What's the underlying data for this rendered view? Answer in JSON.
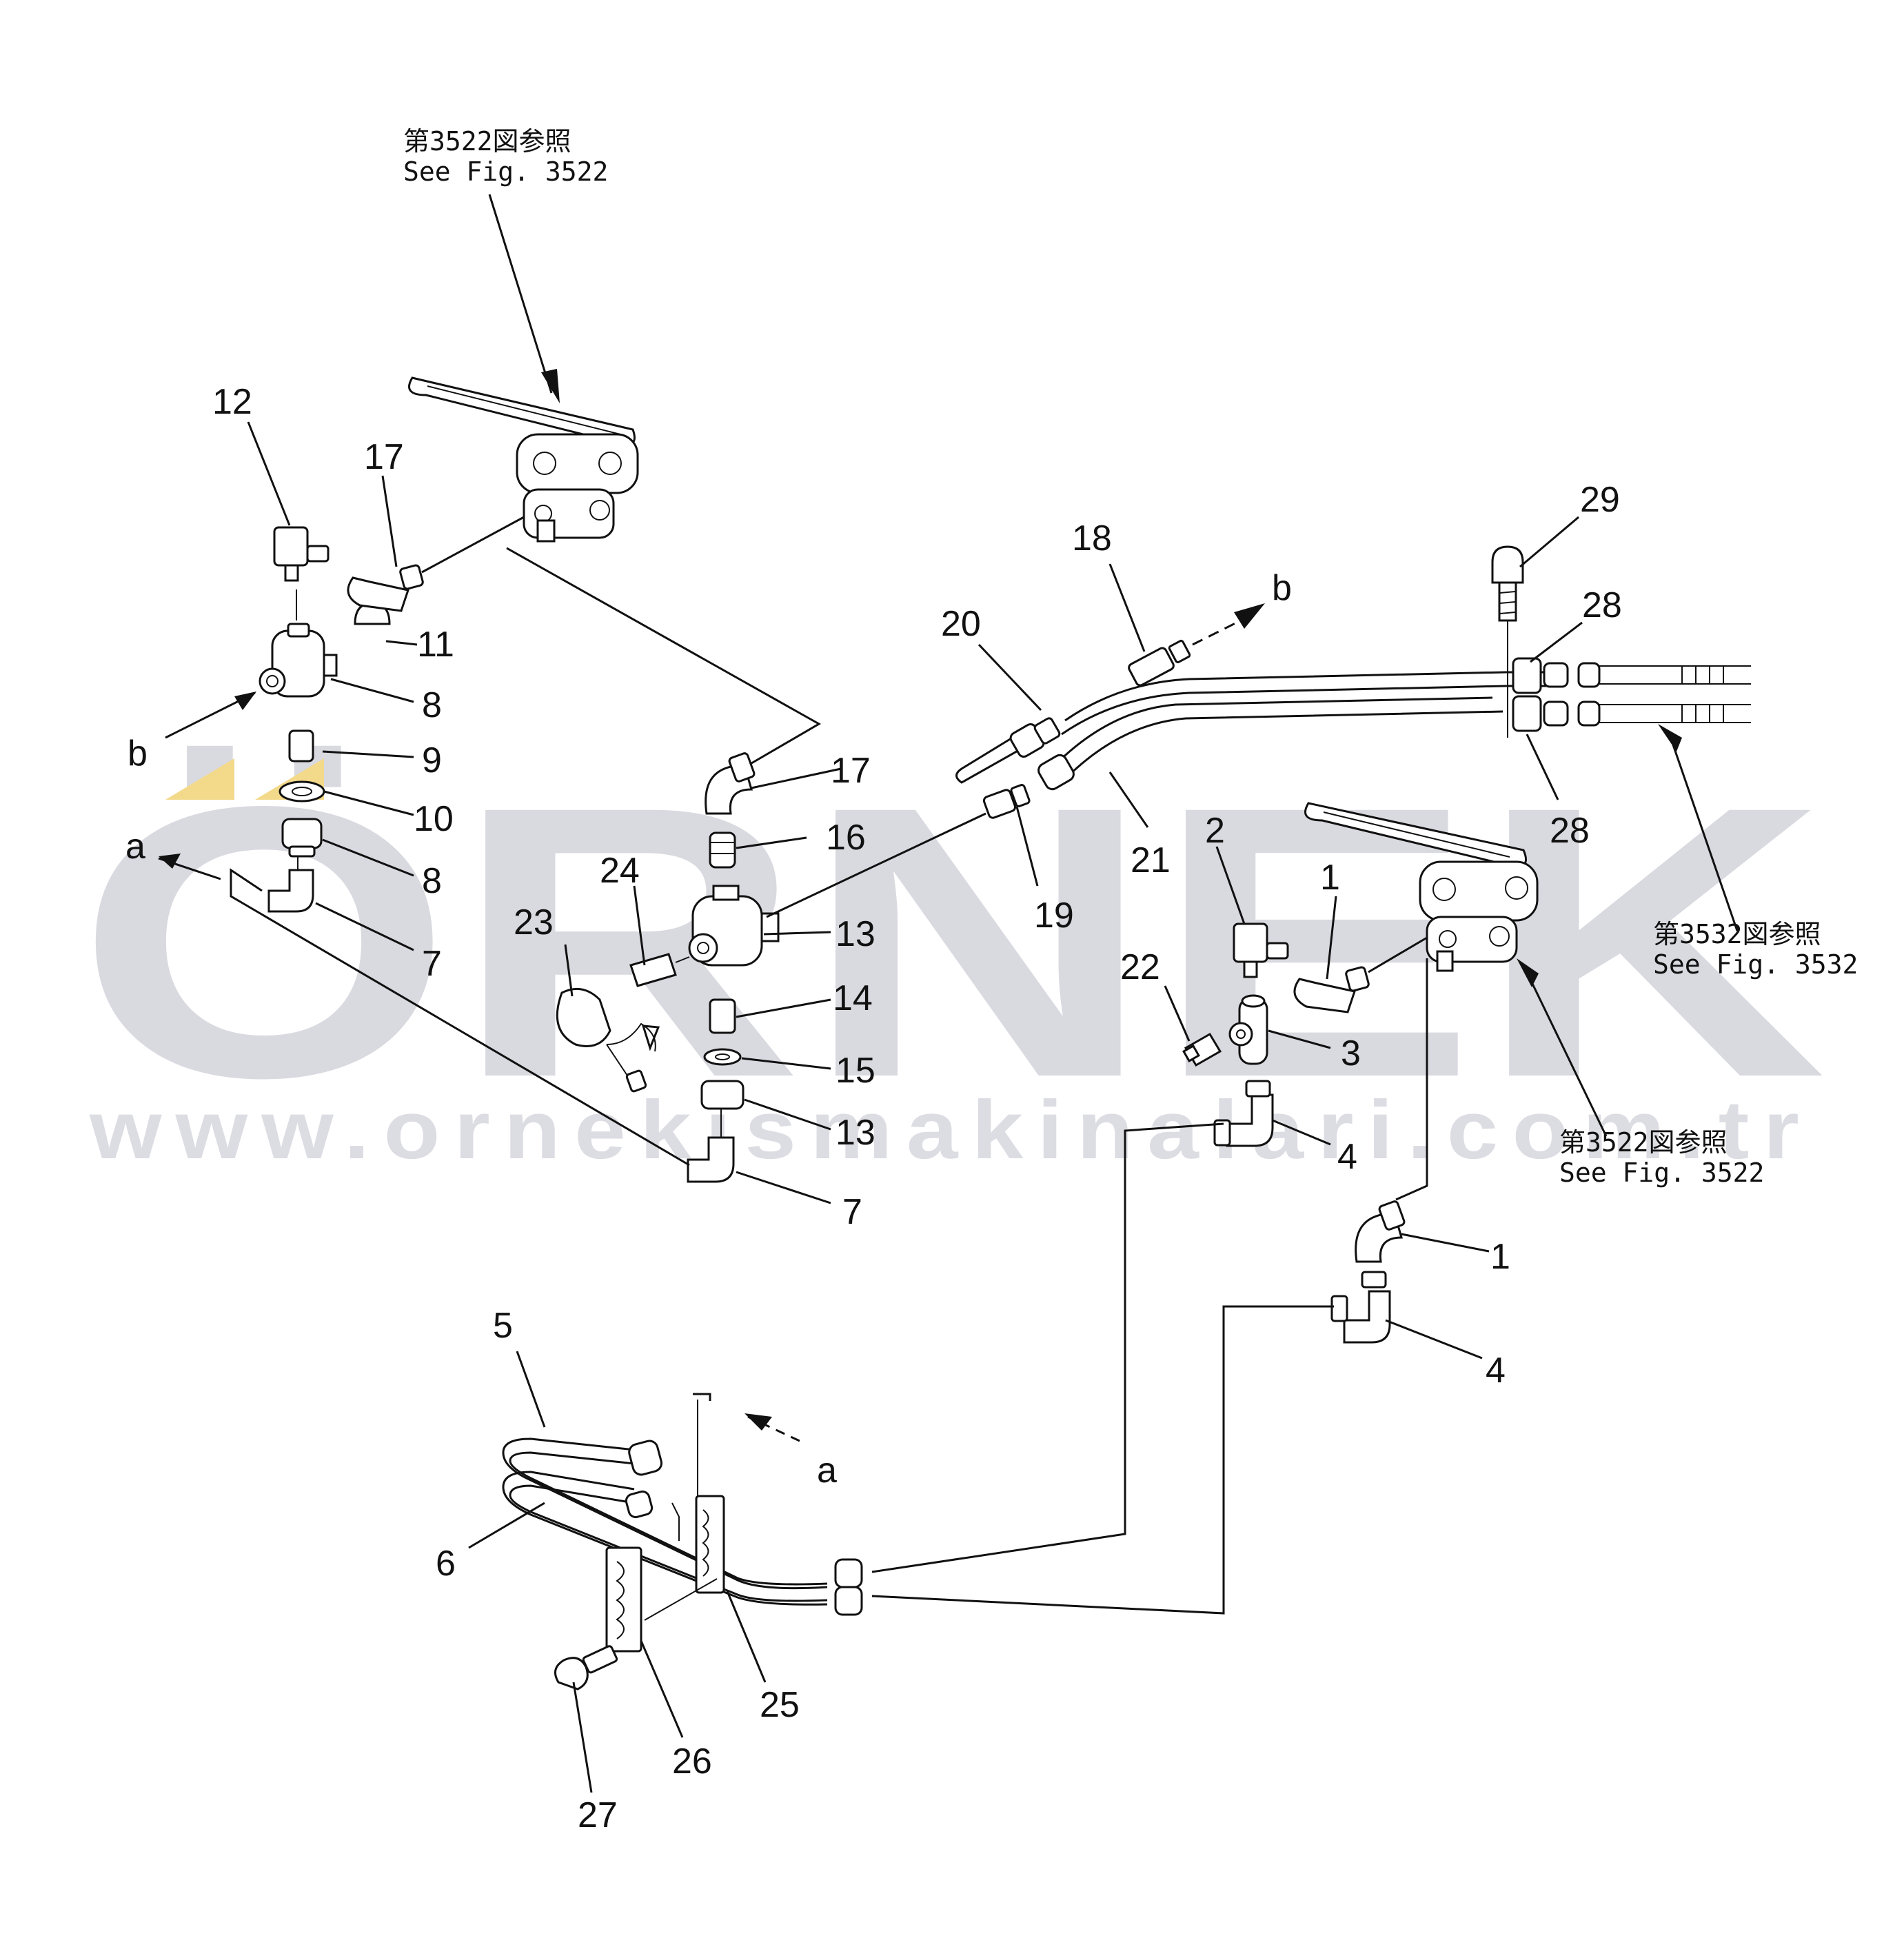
{
  "watermark": {
    "brand": "ÖRNEK",
    "url": "www.ornekismakinalari.com.tr"
  },
  "references": [
    {
      "jp": "第3522図参照",
      "en": "See Fig. 3522"
    },
    {
      "jp": "第3532図参照",
      "en": "See Fig. 3532"
    },
    {
      "jp": "第3522図参照",
      "en": "See Fig. 3522"
    }
  ],
  "connector_letters": {
    "a": "a",
    "b": "b"
  },
  "callouts": {
    "c1": "1",
    "c2": "2",
    "c3": "3",
    "c4": "4",
    "c5": "5",
    "c6": "6",
    "c7": "7",
    "c8": "8",
    "c9": "9",
    "c10": "10",
    "c11": "11",
    "c12": "12",
    "c13": "13",
    "c14": "14",
    "c15": "15",
    "c16": "16",
    "c17": "17",
    "c18": "18",
    "c19": "19",
    "c20": "20",
    "c21": "21",
    "c22": "22",
    "c23": "23",
    "c24": "24",
    "c25": "25",
    "c26": "26",
    "c27": "27",
    "c28": "28",
    "c29": "29"
  }
}
